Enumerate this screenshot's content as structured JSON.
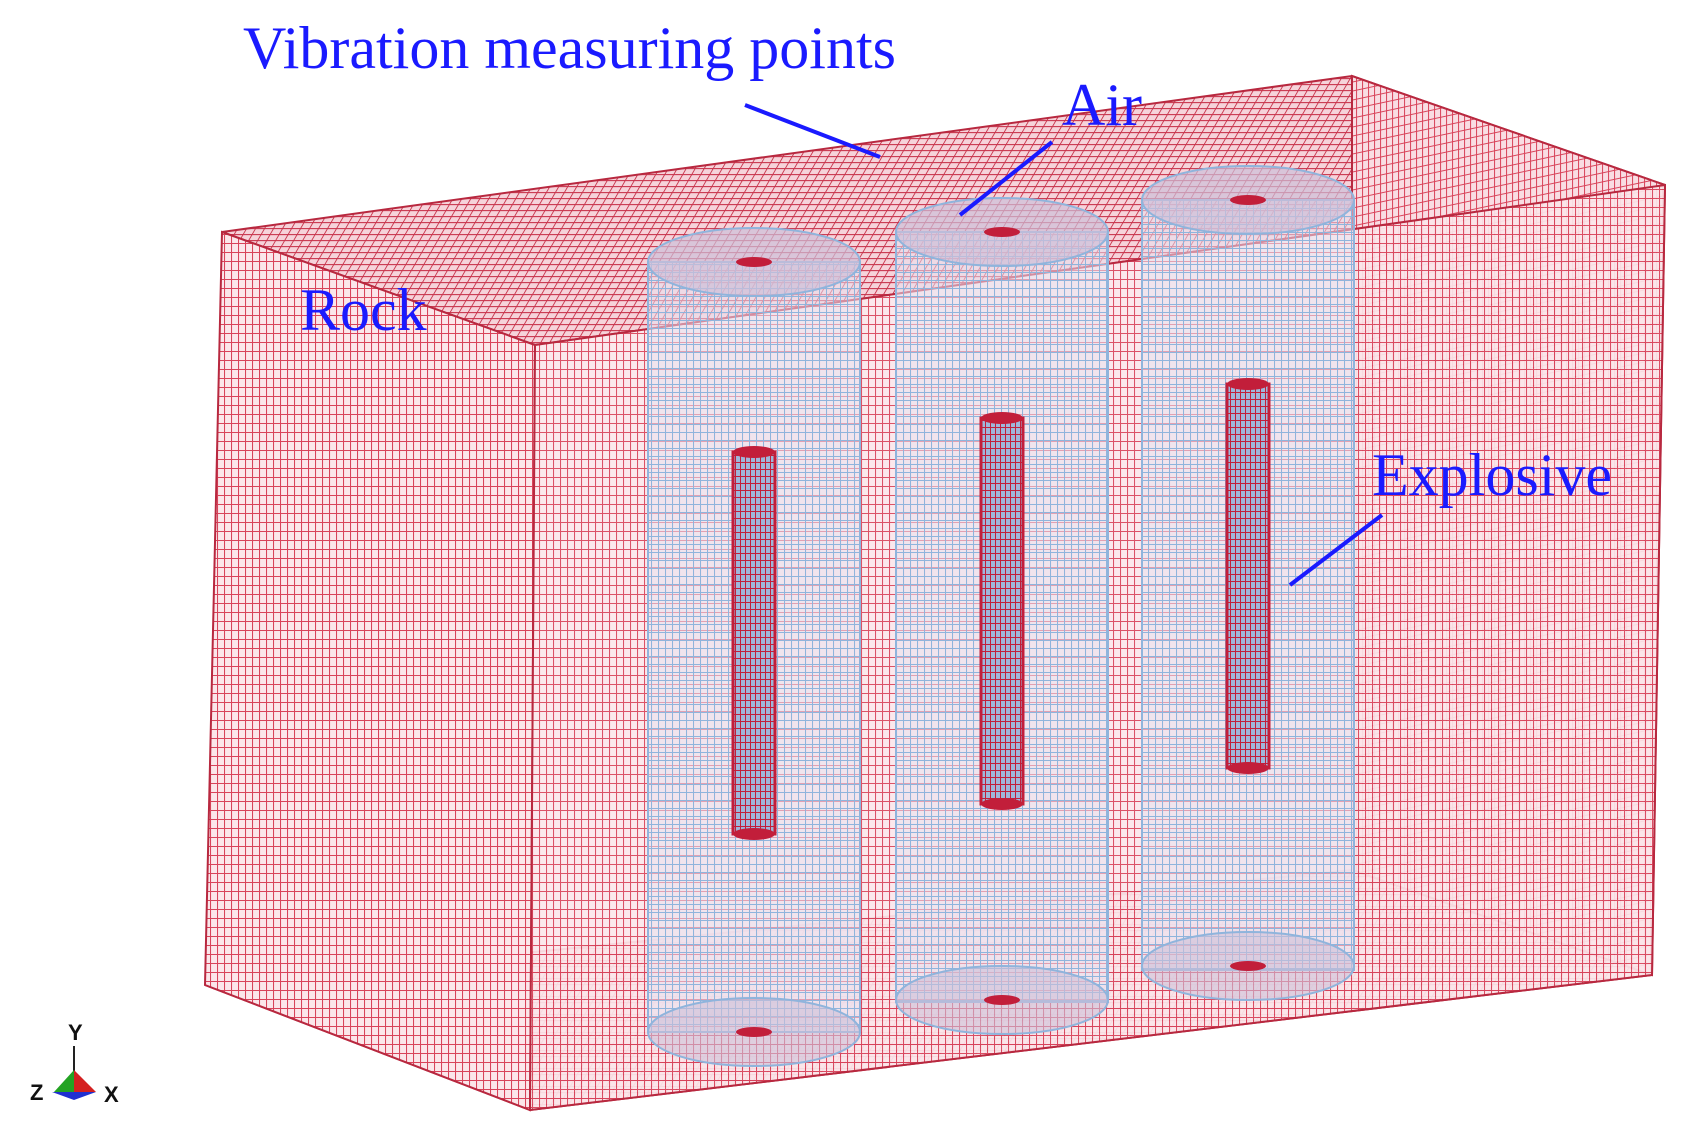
{
  "labels": {
    "vibration": "Vibration measuring points",
    "air": "Air",
    "rock": "Rock",
    "explosive": "Explosive"
  },
  "triad": {
    "y": "Y",
    "z": "Z",
    "x": "X"
  },
  "colors": {
    "rock_mesh": "#d8435a",
    "rock_mesh_dark": "#b8283f",
    "air_mesh": "#8fb4dc",
    "explosive_mesh": "#c21e3a",
    "label": "#1a1aff",
    "axis_x": "#d42020",
    "axis_y": "#23a323",
    "axis_z": "#2030d0"
  }
}
